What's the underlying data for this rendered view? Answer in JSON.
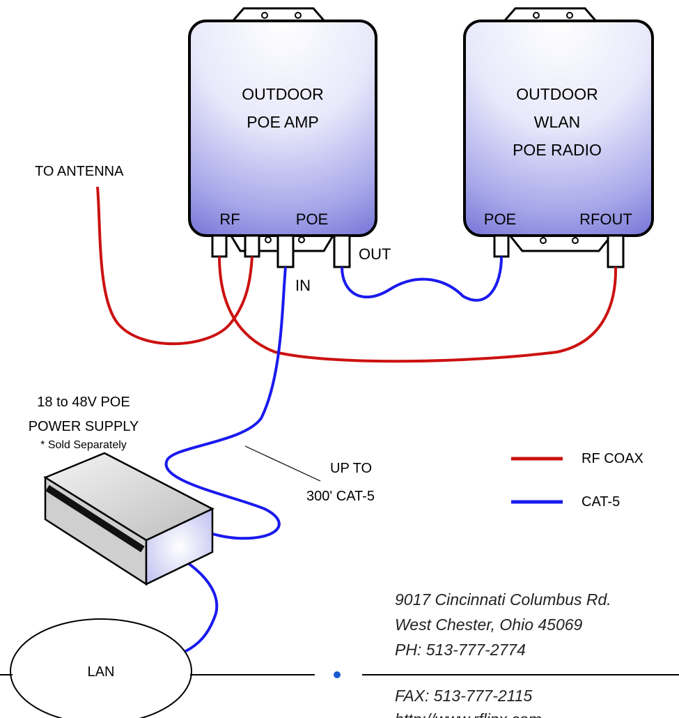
{
  "amp": {
    "title_line1": "OUTDOOR",
    "title_line2": "POE AMP",
    "port_rf": "RF",
    "port_poe": "POE",
    "label_in": "IN",
    "label_out": "OUT"
  },
  "radio": {
    "title_line1": "OUTDOOR",
    "title_line2": "WLAN",
    "title_line3": "POE RADIO",
    "port_poe": "POE",
    "port_rfout": "RFOUT"
  },
  "antenna_label": "TO ANTENNA",
  "power_supply": {
    "line1": "18 to 48V POE",
    "line2": "POWER SUPPLY",
    "note": "* Sold Separately"
  },
  "cable_note": {
    "line1": "UP TO",
    "line2": "300' CAT-5"
  },
  "legend": [
    {
      "label": "RF COAX",
      "color": "#cc1111",
      "icon": "red-line"
    },
    {
      "label": "CAT-5",
      "color": "#1a1aee",
      "icon": "blue-line"
    }
  ],
  "lan_label": "LAN",
  "address": {
    "line1": "9017 Cincinnati Columbus Rd.",
    "line2": "West Chester, Ohio 45069",
    "line3": "PH: 513-777-2774",
    "line4": "FAX: 513-777-2115",
    "line5": "http://www.rflinx.com"
  },
  "colors": {
    "rf_coax": "#cc1111",
    "cat5": "#1a1aee",
    "box_edge": "#5a5ad0",
    "box_light": "#ffffff"
  }
}
